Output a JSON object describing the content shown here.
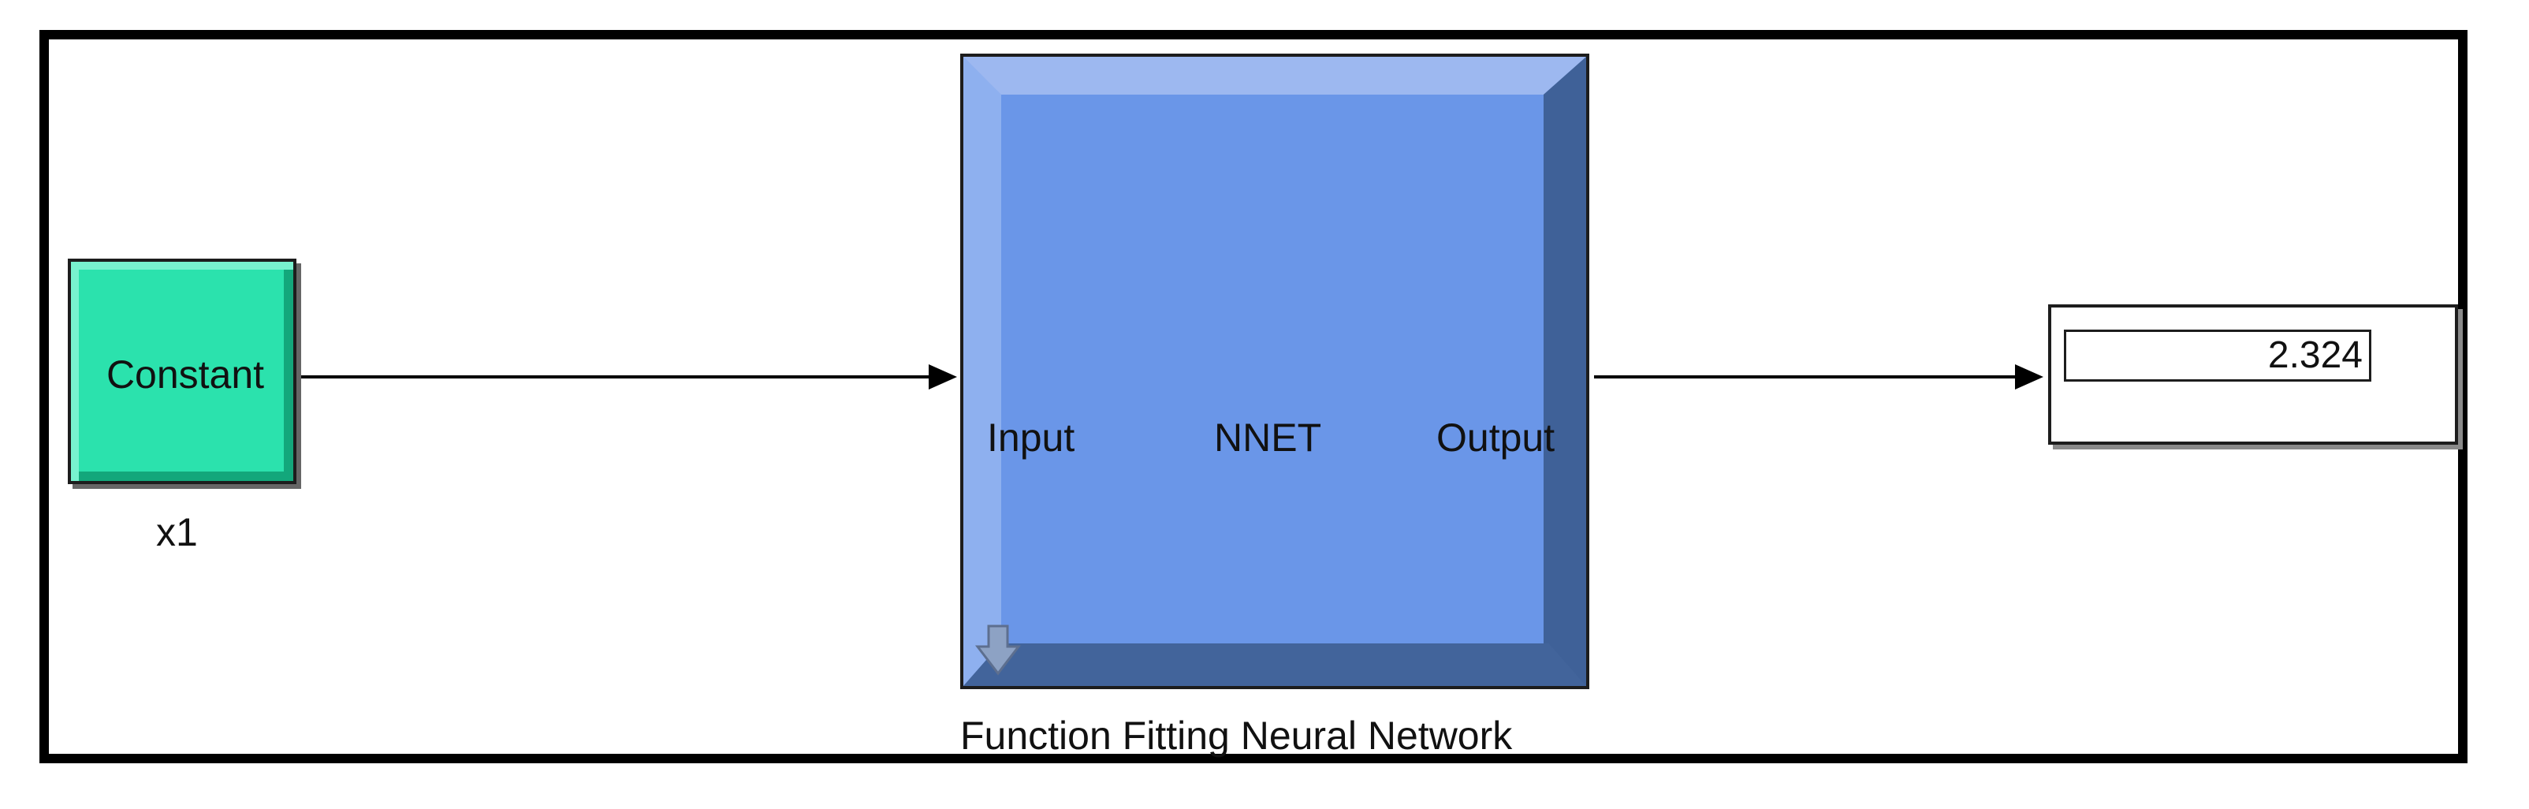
{
  "diagram": {
    "constant_block": {
      "text": "Constant",
      "caption": "x1",
      "fill_color": "#2be2ad"
    },
    "nnet_block": {
      "input_label": "Input",
      "title_label": "NNET",
      "output_label": "Output",
      "caption": "Function Fitting Neural Network",
      "fill_color": "#6a96e8",
      "corner_icon": "down-arrow-icon"
    },
    "display_block": {
      "value": "2.324"
    },
    "connectors": [
      {
        "from": "Constant",
        "to": "Input"
      },
      {
        "from": "Output",
        "to": "Display"
      }
    ],
    "frame_color": "#000000"
  }
}
